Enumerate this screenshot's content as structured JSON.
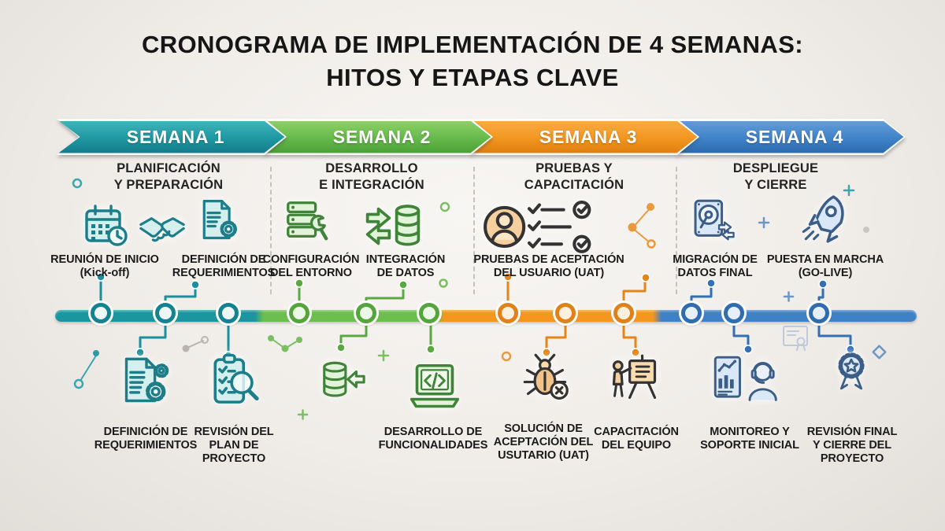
{
  "title": "CRONOGRAMA DE IMPLEMENTACIÓN DE 4 SEMANAS:\nHITOS Y ETAPAS CLAVE",
  "timeline": {
    "weeks_count": 4,
    "nodes_per_week": 3,
    "colors": {
      "week1": "#1b96a0",
      "week2": "#6cbf4f",
      "week3": "#f5961f",
      "week4": "#3f81c6"
    }
  },
  "weeks": [
    {
      "banner": "SEMANA 1",
      "subtitle": "PLANIFICACIÓN\nY PREPARACIÓN",
      "color": "#1b96a0",
      "top_items": [
        {
          "icon": "calendar-clock-icon",
          "label": "REUNIÓN DE INICIO\n(Kick-off)"
        },
        {
          "icon": "handshake-icon",
          "label": ""
        },
        {
          "icon": "document-gear-icon",
          "label": "DEFINICIÓN DE\nREQUERIMIENTOS"
        }
      ],
      "bottom_items": [
        {
          "icon": "document-gears-icon",
          "label": "DEFINICIÓN DE\nREQUERIMIENTOS"
        },
        {
          "icon": "clipboard-magnifier-icon",
          "label": "REVISIÓN DEL\nPLAN DE\nPROYECTO"
        }
      ]
    },
    {
      "banner": "SEMANA 2",
      "subtitle": "DESARROLLO\nE INTEGRACIÓN",
      "color": "#6cbf4f",
      "top_items": [
        {
          "icon": "server-wrench-icon",
          "label": "CONFIGURACIÓN\nDEL ENTORNO"
        },
        {
          "icon": "data-sync-icon",
          "label": "INTEGRACIÓN\nDE DATOS"
        }
      ],
      "bottom_items": [
        {
          "icon": "database-import-icon",
          "label": ""
        },
        {
          "icon": "laptop-code-icon",
          "label": "DESARROLLO DE\nFUNCIONALIDADES"
        }
      ]
    },
    {
      "banner": "SEMANA 3",
      "subtitle": "PRUEBAS Y\nCAPACITACIÓN",
      "color": "#f5961f",
      "top_items": [
        {
          "icon": "user-checklist-icon",
          "label": "PRUEBAS DE ACEPTACIÓN\nDEL USUARIO (UAT)"
        }
      ],
      "bottom_items": [
        {
          "icon": "bug-fix-icon",
          "label": "SOLUCIÓN DE\nACEPTACIÓN DEL\nUSUTARIO (UAT)"
        },
        {
          "icon": "training-presentation-icon",
          "label": "CAPACITACIÓN\nDEL EQUIPO"
        }
      ]
    },
    {
      "banner": "SEMANA 4",
      "subtitle": "DESPLIEGUE\nY CIERRE",
      "color": "#3f81c6",
      "top_items": [
        {
          "icon": "disk-migration-icon",
          "label": "MIGRACIÓN DE\nDATOS FINAL"
        },
        {
          "icon": "rocket-icon",
          "label": "PUESTA EN MARCHA\n(GO-LIVE)"
        }
      ],
      "bottom_items": [
        {
          "icon": "monitoring-support-icon",
          "label": "MONITOREO Y\nSOPORTE INICIAL"
        },
        {
          "icon": "award-ribbon-icon",
          "label": "REVISIÓN FINAL\nY CIERRE DEL\nPROYECTO"
        }
      ]
    }
  ]
}
